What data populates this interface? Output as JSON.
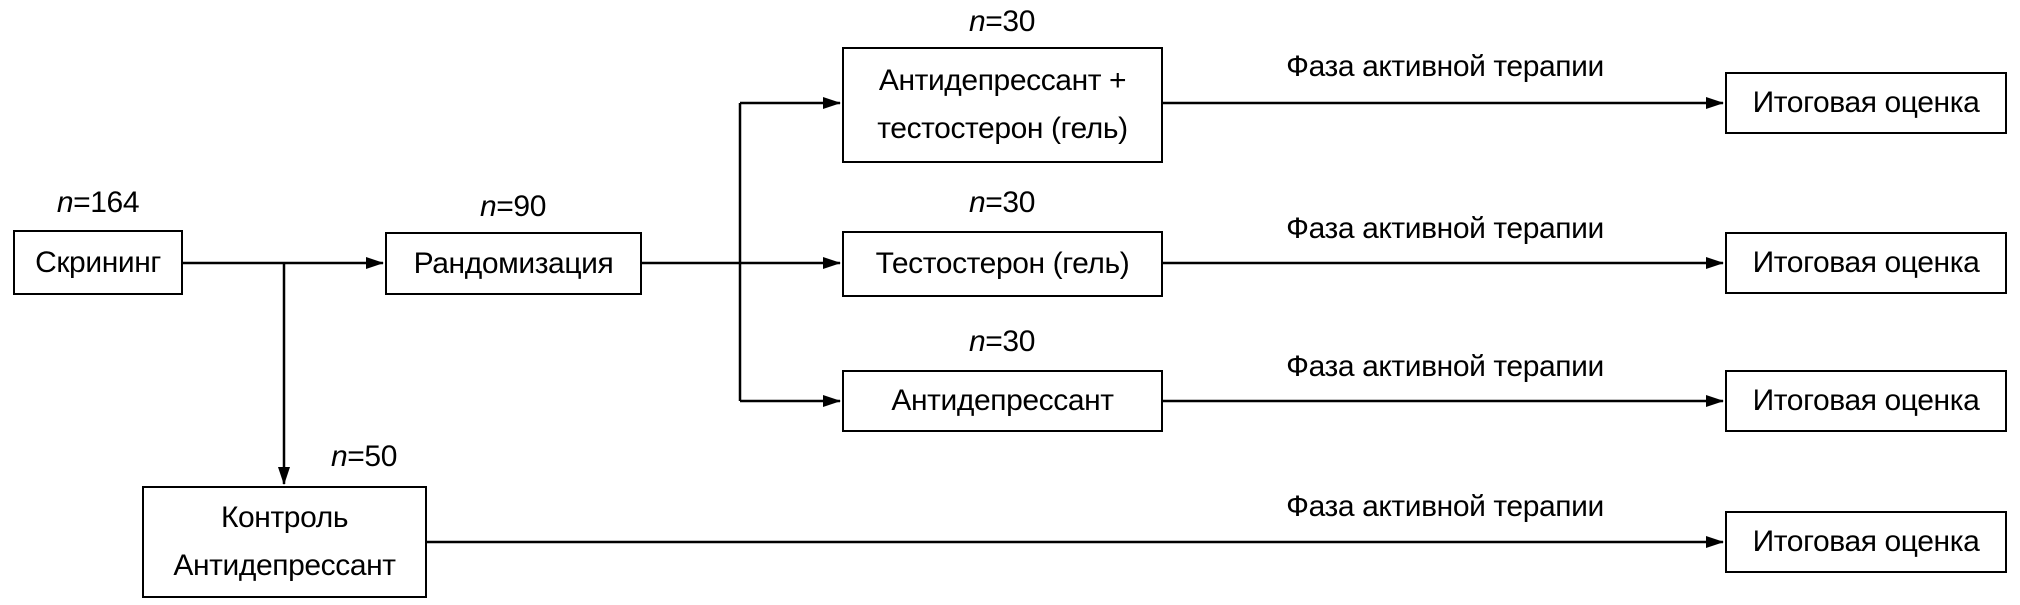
{
  "nodes": {
    "screening": {
      "label": "Скрининг",
      "n": {
        "var": "n",
        "val": "=164"
      }
    },
    "randomization": {
      "label": "Рандомизация",
      "n": {
        "var": "n",
        "val": "=90"
      }
    },
    "arm_combo": {
      "line1": "Антидепрессант +",
      "line2": "тестостерон (гель)",
      "n": {
        "var": "n",
        "val": "=30"
      }
    },
    "arm_testosterone": {
      "label": "Тестостерон (гель)",
      "n": {
        "var": "n",
        "val": "=30"
      }
    },
    "arm_antidepressant": {
      "label": "Антидепрессант",
      "n": {
        "var": "n",
        "val": "=30"
      }
    },
    "control": {
      "line1": "Контроль",
      "line2": "Антидепрессант",
      "n": {
        "var": "n",
        "val": "=50"
      }
    },
    "outcomes": [
      "Итоговая оценка",
      "Итоговая оценка",
      "Итоговая оценка",
      "Итоговая оценка"
    ]
  },
  "edges": {
    "phase_labels": [
      "Фаза активной терапии",
      "Фаза активной терапии",
      "Фаза активной терапии",
      "Фаза активной терапии"
    ]
  },
  "colors": {
    "background": "#ffffff",
    "line": "#000000",
    "box_border": "#000000",
    "text": "#000000"
  }
}
